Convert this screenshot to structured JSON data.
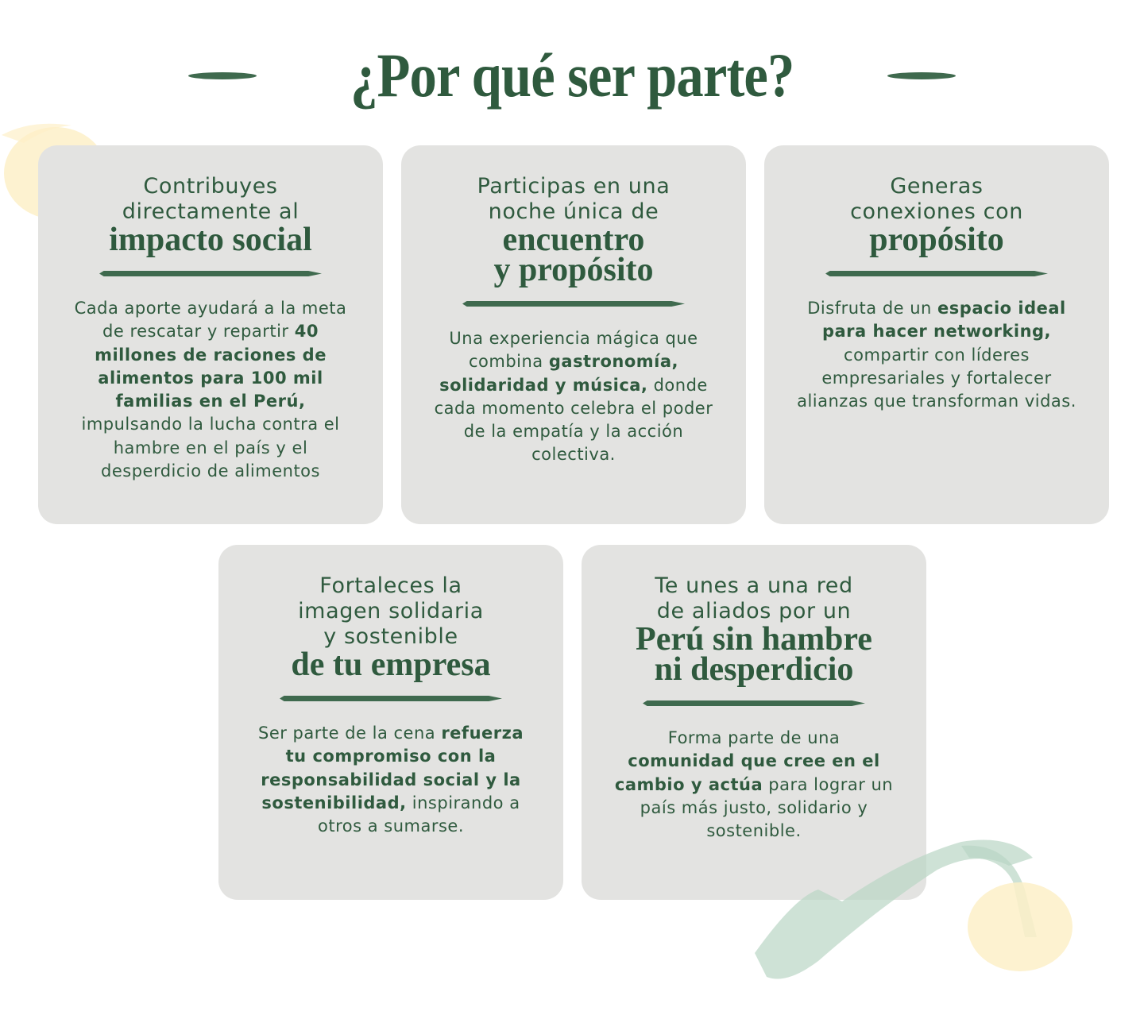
{
  "header": {
    "title": "¿Por qué ser parte?"
  },
  "colors": {
    "primary_green": "#2f5a3e",
    "card_bg": "#e3e3e1",
    "deco_yellow": "#fdf0c8",
    "deco_mint": "#cfe3d6"
  },
  "cards": [
    {
      "lead": "Contribuyes\ndirectamente al",
      "emphasis": "impacto social",
      "body": [
        {
          "text": "Cada aporte ayudará a la meta de rescatar y repartir ",
          "bold": false
        },
        {
          "text": "40 millones de raciones de alimentos para 100 mil familias en el Perú,",
          "bold": true
        },
        {
          "text": " impulsando la lucha contra el hambre en el país y el desperdicio de alimentos",
          "bold": false
        }
      ]
    },
    {
      "lead": "Participas en una\nnoche única de",
      "emphasis": "encuentro\ny propósito",
      "body": [
        {
          "text": "Una experiencia mágica que combina ",
          "bold": false
        },
        {
          "text": "gastronomía, solidaridad y música,",
          "bold": true
        },
        {
          "text": " donde cada momento celebra el poder de la empatía y la acción colectiva.",
          "bold": false
        }
      ]
    },
    {
      "lead": "Generas\nconexiones con",
      "emphasis": "propósito",
      "body": [
        {
          "text": "Disfruta de un ",
          "bold": false
        },
        {
          "text": "espacio ideal para hacer networking,",
          "bold": true
        },
        {
          "text": " compartir con líderes empresariales y fortalecer alianzas que transforman vidas.",
          "bold": false
        }
      ]
    },
    {
      "lead": "Fortaleces la\nimagen solidaria\ny sostenible",
      "emphasis": "de tu empresa",
      "body": [
        {
          "text": "Ser parte de la cena ",
          "bold": false
        },
        {
          "text": "refuerza tu compromiso con la responsabilidad social y la sostenibilidad,",
          "bold": true
        },
        {
          "text": " inspirando a otros a sumarse.",
          "bold": false
        }
      ]
    },
    {
      "lead": "Te unes a una red\nde aliados por un",
      "emphasis": "Perú sin hambre\nni desperdicio",
      "body": [
        {
          "text": "Forma parte de una ",
          "bold": false
        },
        {
          "text": "comunidad que cree en el cambio y actúa",
          "bold": true
        },
        {
          "text": " para lograr un país más justo, solidario y sostenible.",
          "bold": false
        }
      ]
    }
  ]
}
